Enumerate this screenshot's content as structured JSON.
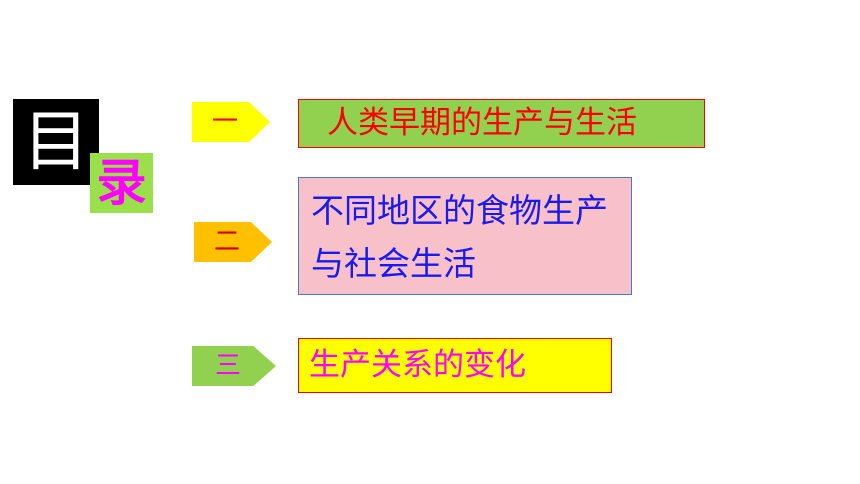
{
  "title": {
    "char1": "目",
    "char2": "录"
  },
  "items": [
    {
      "number": "一",
      "text": "人类早期的生产与生活"
    },
    {
      "number": "二",
      "text": "不同地区的食物生产与社会生活"
    },
    {
      "number": "三",
      "text": "生产关系的变化"
    }
  ],
  "colors": {
    "title_bg": "#000000",
    "title_accent_bg": "#99e04a",
    "title_accent_text": "#ff00ff",
    "item1_arrow": "#ffff00",
    "item1_box": "#92d050",
    "item1_text": "#ff0000",
    "item2_arrow": "#ffc000",
    "item2_box": "#f8c0c8",
    "item2_text": "#1a1aee",
    "item3_arrow": "#92d050",
    "item3_box": "#ffff00",
    "item3_text": "#ff00ff"
  }
}
